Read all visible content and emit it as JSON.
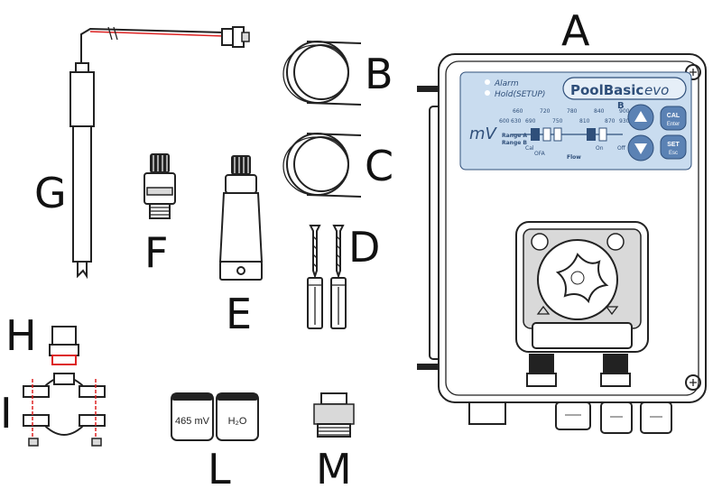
{
  "labels": {
    "a": "A",
    "b": "B",
    "c": "C",
    "d": "D",
    "e": "E",
    "f": "F",
    "g": "G",
    "h": "H",
    "i": "I",
    "l": "L",
    "m": "M"
  },
  "panel": {
    "alarm": "Alarm",
    "hold": "Hold(SETUP)",
    "brand": "PoolBasic",
    "model": "evo",
    "unit": "mV",
    "scale_top": [
      "660",
      "720",
      "780",
      "840",
      "900"
    ],
    "scale_bottom": [
      "630",
      "690",
      "750",
      "810",
      "870",
      "930"
    ],
    "scale_left": "600",
    "range_a": "Range A",
    "range_b": "Range B",
    "range_marker": "B",
    "cal_mark": "Cal",
    "ofa_mark": "OFA",
    "flow_mark": "Flow",
    "on_mark": "On",
    "off_mark": "Off",
    "cal_btn": "CAL",
    "enter_btn": "Enter",
    "set_btn": "SET",
    "esc_btn": "Esc"
  },
  "bottles": {
    "left": "465 mV",
    "right": "H₂O"
  }
}
